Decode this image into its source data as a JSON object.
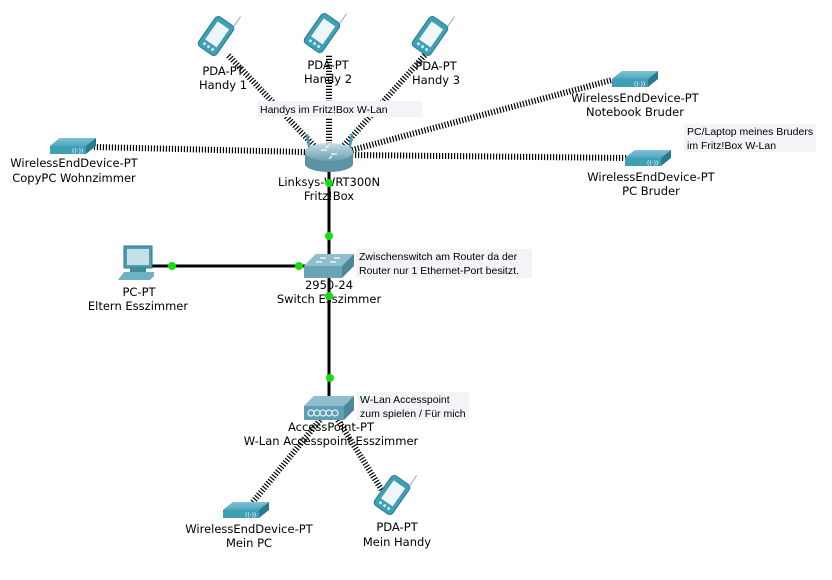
{
  "diagram": {
    "title": "Network topology (Cisco Packet Tracer)",
    "colors": {
      "background": "#ffffff",
      "cable": "#000000",
      "port_up": "#10e010",
      "device_teal": "#3f9fb5",
      "device_teal_dark": "#2a7a8e",
      "note_bg": "#f2f4f8"
    },
    "devices": [
      {
        "id": "handy1",
        "icon": "pda-icon",
        "model": "PDA-PT",
        "name": "Handy 1"
      },
      {
        "id": "handy2",
        "icon": "pda-icon",
        "model": "PDA-PT",
        "name": "Handy 2"
      },
      {
        "id": "handy3",
        "icon": "pda-icon",
        "model": "PDA-PT",
        "name": "Handy 3"
      },
      {
        "id": "router",
        "icon": "wireless-router-icon",
        "model": "Linksys-WRT300N",
        "name": "Fritz!Box"
      },
      {
        "id": "copypc",
        "icon": "wireless-end-device-icon",
        "model": "WirelessEndDevice-PT",
        "name": "CopyPC Wohnzimmer"
      },
      {
        "id": "notebook",
        "icon": "wireless-end-device-icon",
        "model": "WirelessEndDevice-PT",
        "name": "Notebook Bruder"
      },
      {
        "id": "pcbruder",
        "icon": "wireless-end-device-icon",
        "model": "WirelessEndDevice-PT",
        "name": "PC Bruder"
      },
      {
        "id": "switch",
        "icon": "switch-icon",
        "model": "2950-24",
        "name": "Switch Esszimmer"
      },
      {
        "id": "eltern",
        "icon": "pc-icon",
        "model": "PC-PT",
        "name": "Eltern Esszimmer"
      },
      {
        "id": "ap",
        "icon": "access-point-icon",
        "model": "AccessPoint-PT",
        "name": "W-Lan Accesspoint Esszimmer"
      },
      {
        "id": "meinpc",
        "icon": "wireless-end-device-icon",
        "model": "WirelessEndDevice-PT",
        "name": "Mein PC"
      },
      {
        "id": "meinhandy",
        "icon": "pda-icon",
        "model": "PDA-PT",
        "name": "Mein Handy"
      }
    ],
    "links": [
      {
        "from": "router",
        "to": "handy1",
        "type": "wireless"
      },
      {
        "from": "router",
        "to": "handy2",
        "type": "wireless"
      },
      {
        "from": "router",
        "to": "handy3",
        "type": "wireless"
      },
      {
        "from": "router",
        "to": "copypc",
        "type": "wireless"
      },
      {
        "from": "router",
        "to": "notebook",
        "type": "wireless"
      },
      {
        "from": "router",
        "to": "pcbruder",
        "type": "wireless"
      },
      {
        "from": "router",
        "to": "switch",
        "type": "ethernet",
        "status": "up"
      },
      {
        "from": "switch",
        "to": "eltern",
        "type": "ethernet",
        "status": "up"
      },
      {
        "from": "switch",
        "to": "ap",
        "type": "ethernet",
        "status": "up"
      },
      {
        "from": "ap",
        "to": "meinpc",
        "type": "wireless"
      },
      {
        "from": "ap",
        "to": "meinhandy",
        "type": "wireless"
      }
    ],
    "notes": {
      "handys": [
        "Handys im Fritz!Box W-Lan"
      ],
      "bruder": [
        "PC/Laptop meines Bruders",
        "im Fritz!Box W-Lan"
      ],
      "switch": [
        "Zwischenswitch am Router da der",
        "Router nur 1 Ethernet-Port besitzt."
      ],
      "ap": [
        "W-Lan Accesspoint",
        "zum spielen / Für mich"
      ]
    }
  }
}
